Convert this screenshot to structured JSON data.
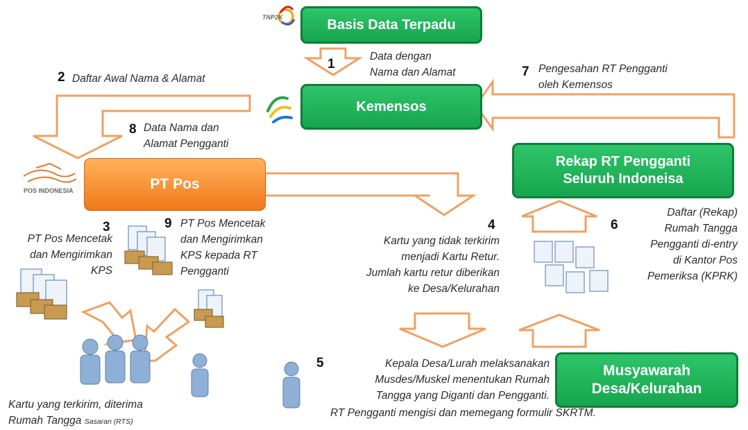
{
  "boxes": {
    "basis_data": "Basis Data Terpadu",
    "kemensos": "Kemensos",
    "pt_pos": "PT Pos",
    "rekap_line1": "Rekap RT Pengganti",
    "rekap_line2": "Seluruh Indoneisa",
    "musyawarah_line1": "Musyawarah",
    "musyawarah_line2": "Desa/Kelurahan"
  },
  "logos": {
    "tnp2k": "TNP2K",
    "pos_indonesia": "POS INDONESIA"
  },
  "steps": [
    {
      "num": "1",
      "lines": [
        "Data dengan",
        "Nama dan Alamat"
      ]
    },
    {
      "num": "2",
      "lines": [
        "Daftar Awal Nama & Alamat"
      ]
    },
    {
      "num": "3",
      "lines": [
        "PT Pos Mencetak",
        "dan Mengirimkan",
        "KPS"
      ]
    },
    {
      "num": "4",
      "lines": [
        "Kartu yang tidak terkirim",
        "menjadi Kartu Retur.",
        "Jumlah kartu retur diberikan",
        "ke Desa/Kelurahan"
      ]
    },
    {
      "num": "5",
      "lines": [
        "Kepala Desa/Lurah melaksanakan",
        "Musdes/Muskel menentukan Rumah",
        "Tangga yang Diganti dan Pengganti.",
        "RT Pengganti mengisi  dan memegang  formulir SKRTM."
      ]
    },
    {
      "num": "6",
      "lines": [
        "Daftar (Rekap)",
        "Rumah Tangga",
        "Pengganti di-entry",
        "di Kantor Pos",
        "Pemeriksa (KPRK)"
      ]
    },
    {
      "num": "7",
      "lines": [
        "Pengesahan RT Pengganti",
        "oleh Kemensos"
      ]
    },
    {
      "num": "8",
      "lines": [
        "Data Nama dan",
        "Alamat Pengganti"
      ]
    },
    {
      "num": "9",
      "lines": [
        "PT Pos Mencetak",
        "dan Mengirimkan",
        "KPS kepada RT",
        "Pengganti"
      ]
    }
  ],
  "rts": {
    "line1": "Kartu yang terkirim, diterima",
    "line2_main": "Rumah Tangga",
    "line2_small": "Sasaran (RTS)"
  },
  "colors": {
    "green": "#1aab52",
    "orange": "#f28a2e",
    "arrow_outline": "#f0a060",
    "person": "#8fb0d6"
  }
}
